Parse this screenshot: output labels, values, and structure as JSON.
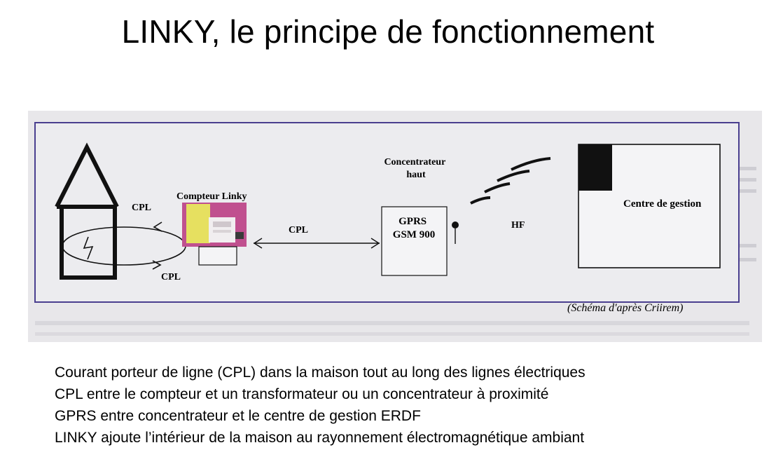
{
  "slide": {
    "title": "LINKY, le principe de fonctionnement"
  },
  "diagram": {
    "house_cpl_top": "CPL",
    "house_cpl_bottom": "CPL",
    "meter_label": "Compteur Linky",
    "link_cpl": "CPL",
    "concentrator_title": "Concentrateur\nhaut",
    "concentrator_box": "GPRS\nGSM 900",
    "hf_label": "HF",
    "management_centre": "Centre de gestion",
    "source_caption": "(Schéma d'après Criirem)"
  },
  "bullets": [
    "Courant porteur de ligne (CPL) dans la maison tout au long des lignes électriques",
    "CPL entre le compteur et un transformateur ou un concentrateur à proximité",
    "GPRS entre concentrateur et le centre de gestion ERDF",
    "LINKY ajoute l’intérieur de la maison au rayonnement électromagnétique ambiant"
  ],
  "colors": {
    "frame": "#4a3f8f",
    "scan_background": "#e8e7ea",
    "meter_pink": "#c0508f",
    "meter_yellow": "#e6e060"
  }
}
